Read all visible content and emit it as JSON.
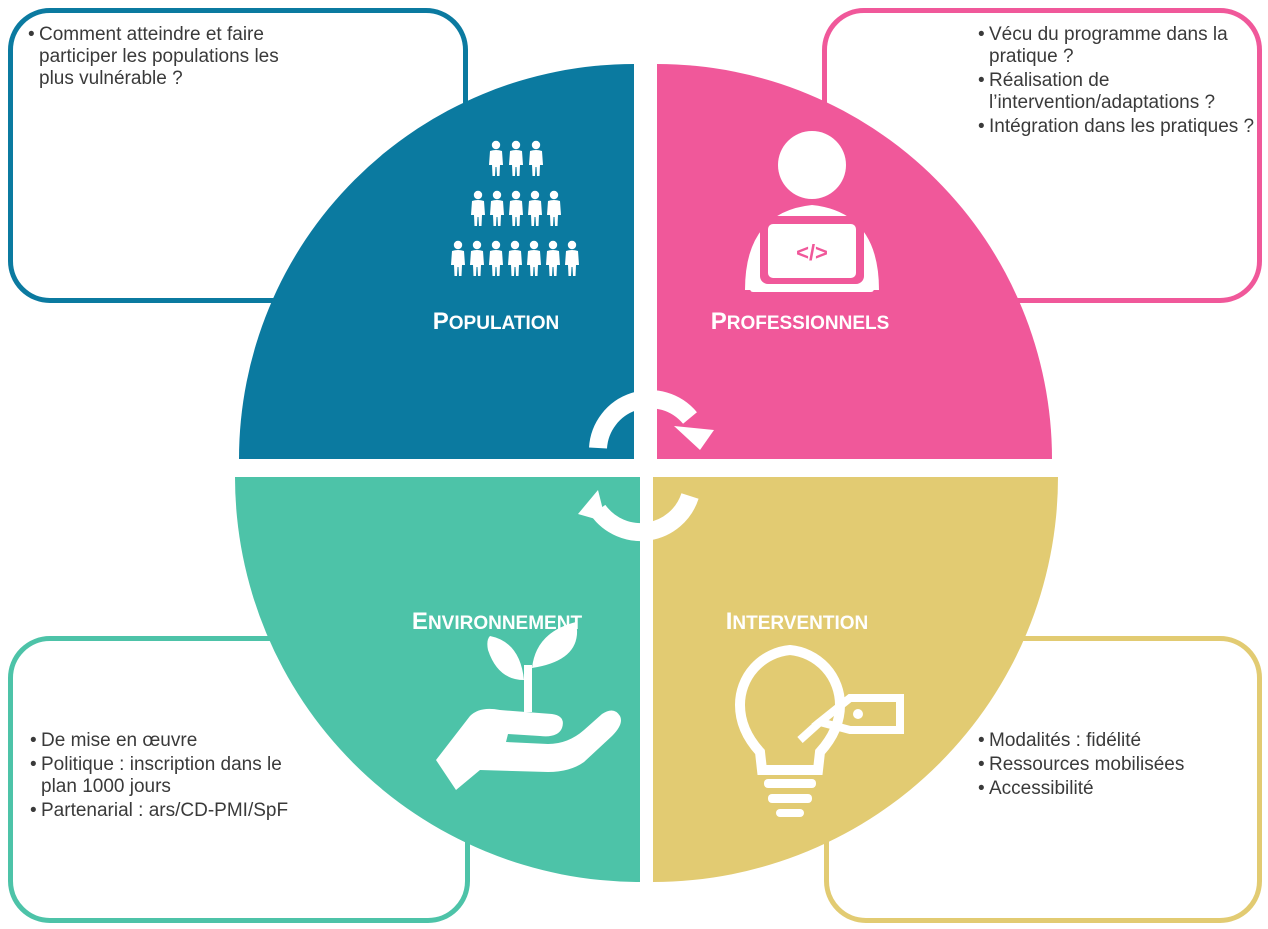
{
  "quadrants": {
    "population": {
      "cap": "P",
      "rest": "OPULATION",
      "icon": "people-pyramid-icon",
      "color": "#0b7aa0"
    },
    "professionnels": {
      "cap": "P",
      "rest": "ROFESSIONNELS",
      "icon": "person-laptop-code-icon",
      "color": "#f0589a"
    },
    "environnement": {
      "cap": "E",
      "rest": "NVIRONNEMENT",
      "icon": "hand-sprout-icon",
      "color": "#4dc3a8"
    },
    "intervention": {
      "cap": "I",
      "rest": "NTERVENTION",
      "icon": "lightbulb-tag-icon",
      "color": "#e2cb72"
    }
  },
  "boxes": {
    "top_left": {
      "items": [
        "Comment atteindre et faire participer les populations les plus vulnérable ?"
      ]
    },
    "top_right": {
      "items": [
        "Vécu du programme dans la pratique ?",
        "Réalisation de l’intervention/adaptations ?",
        "Intégration dans les pratiques ?"
      ]
    },
    "bottom_left": {
      "items": [
        "De mise en œuvre",
        "Politique : inscription dans le plan 1000 jours",
        "Partenarial : ars/CD-PMI/SpF"
      ]
    },
    "bottom_right": {
      "items": [
        "Modalités : fidélité",
        "Ressources mobilisées",
        "Accessibilité"
      ]
    }
  },
  "center_icon": "cycle-arrows-icon"
}
